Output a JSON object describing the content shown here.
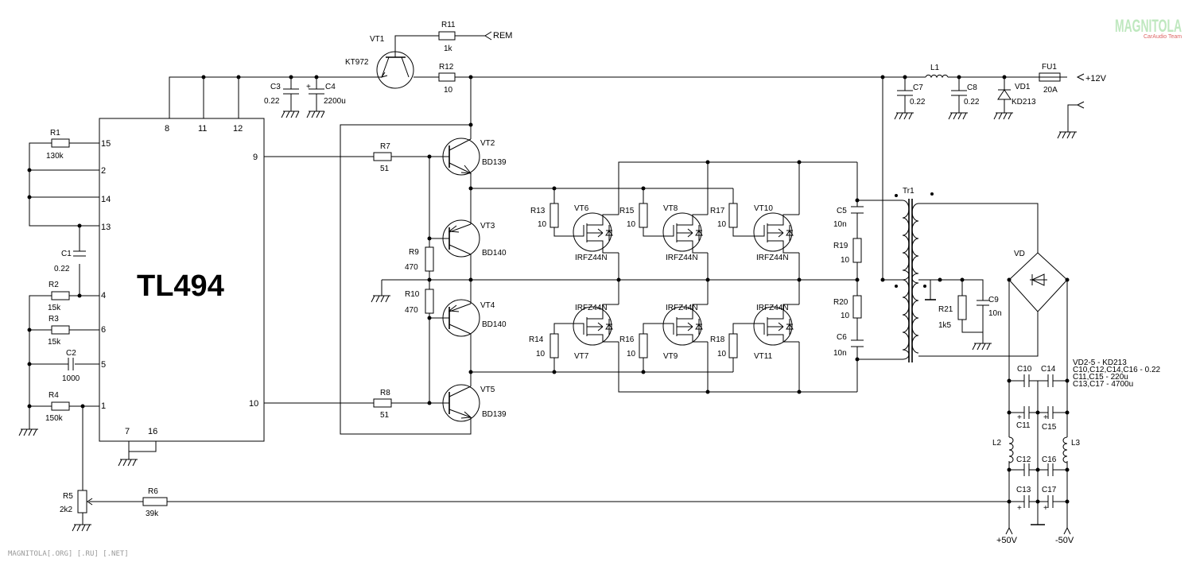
{
  "ic": {
    "name": "TL494",
    "pins": {
      "p8": "8",
      "p11": "11",
      "p12": "12",
      "p15": "15",
      "p2": "2",
      "p14": "14",
      "p13": "13",
      "p4": "4",
      "p6": "6",
      "p5": "5",
      "p1": "1",
      "p7": "7",
      "p16": "16",
      "p9": "9",
      "p10": "10"
    }
  },
  "parts": {
    "R1": {
      "ref": "R1",
      "val": "130k"
    },
    "C1": {
      "ref": "C1",
      "val": "0.22"
    },
    "R2": {
      "ref": "R2",
      "val": "15k"
    },
    "R3": {
      "ref": "R3",
      "val": "15k"
    },
    "C2": {
      "ref": "C2",
      "val": "1000"
    },
    "R4": {
      "ref": "R4",
      "val": "150k"
    },
    "R5": {
      "ref": "R5",
      "val": "2k2"
    },
    "R6": {
      "ref": "R6",
      "val": "39k"
    },
    "VT1": {
      "ref": "VT1",
      "val": "KT972"
    },
    "R11": {
      "ref": "R11",
      "val": "1k"
    },
    "R12": {
      "ref": "R12",
      "val": "10"
    },
    "REM": "REM",
    "C3": {
      "ref": "C3",
      "val": "0.22"
    },
    "C4": {
      "ref": "C4",
      "val": "2200u"
    },
    "R7": {
      "ref": "R7",
      "val": "51"
    },
    "R8": {
      "ref": "R8",
      "val": "51"
    },
    "R9": {
      "ref": "R9",
      "val": "470"
    },
    "R10": {
      "ref": "R10",
      "val": "470"
    },
    "VT2": {
      "ref": "VT2",
      "val": "BD139"
    },
    "VT3": {
      "ref": "VT3",
      "val": "BD140"
    },
    "VT4": {
      "ref": "VT4",
      "val": "BD140"
    },
    "VT5": {
      "ref": "VT5",
      "val": "BD139"
    },
    "R13": {
      "ref": "R13",
      "val": "10"
    },
    "R14": {
      "ref": "R14",
      "val": "10"
    },
    "R15": {
      "ref": "R15",
      "val": "10"
    },
    "R16": {
      "ref": "R16",
      "val": "10"
    },
    "R17": {
      "ref": "R17",
      "val": "10"
    },
    "R18": {
      "ref": "R18",
      "val": "10"
    },
    "VT6": {
      "ref": "VT6",
      "val": "IRFZ44N"
    },
    "VT7": {
      "ref": "VT7",
      "val": "IRFZ44N"
    },
    "VT8": {
      "ref": "VT8",
      "val": "IRFZ44N"
    },
    "VT9": {
      "ref": "VT9",
      "val": "IRFZ44N"
    },
    "VT10": {
      "ref": "VT10",
      "val": "IRFZ44N"
    },
    "VT11": {
      "ref": "VT11",
      "val": "IRFZ44N"
    },
    "C5": {
      "ref": "C5",
      "val": "10n"
    },
    "C6": {
      "ref": "C6",
      "val": "10n"
    },
    "R19": {
      "ref": "R19",
      "val": "10"
    },
    "R20": {
      "ref": "R20",
      "val": "10"
    },
    "Tr1": {
      "ref": "Tr1"
    },
    "R21": {
      "ref": "R21",
      "val": "1k5"
    },
    "C9": {
      "ref": "C9",
      "val": "10n"
    },
    "C7": {
      "ref": "C7",
      "val": "0.22"
    },
    "L1": {
      "ref": "L1"
    },
    "C8": {
      "ref": "C8",
      "val": "0.22"
    },
    "VD1": {
      "ref": "VD1",
      "val": "KD213"
    },
    "FU1": {
      "ref": "FU1",
      "val": "20A"
    },
    "VD": {
      "ref": "VD"
    },
    "C10": {
      "ref": "C10"
    },
    "C11": {
      "ref": "C11"
    },
    "C12": {
      "ref": "C12"
    },
    "C13": {
      "ref": "C13"
    },
    "C14": {
      "ref": "C14"
    },
    "C15": {
      "ref": "C15"
    },
    "C16": {
      "ref": "C16"
    },
    "C17": {
      "ref": "C17"
    },
    "L2": {
      "ref": "L2"
    },
    "L3": {
      "ref": "L3"
    }
  },
  "supply": {
    "p12": "+12V",
    "p50": "+50V",
    "m50": "-50V"
  },
  "notes": [
    "VD2-5 - KD213",
    "C10,C12,C14,C16 - 0.22",
    "C11,C15 - 220u",
    "C13,C17 - 4700u"
  ],
  "footer": "MAGNITOLA[.ORG] [.RU] [.NET]",
  "logo": {
    "main": "MAGNITOLA",
    "sub": "CarAudio Team"
  }
}
